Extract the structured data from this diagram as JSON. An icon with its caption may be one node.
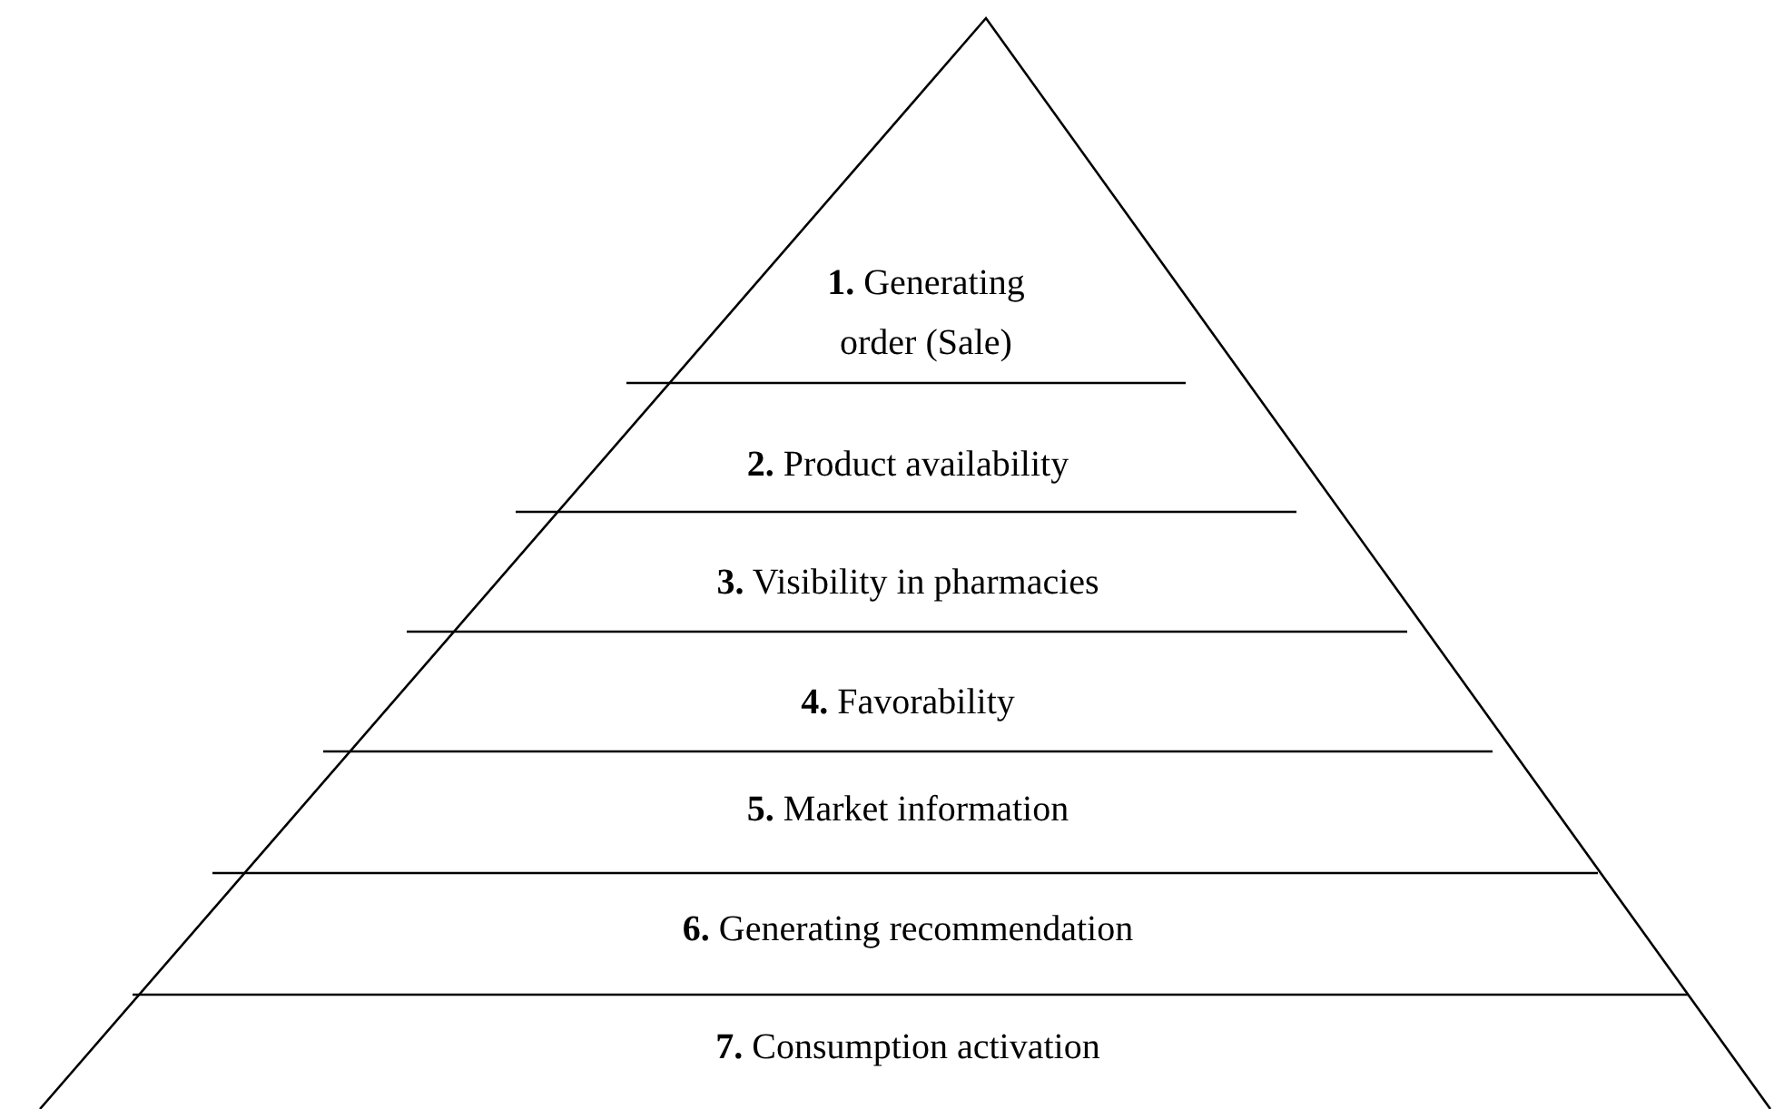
{
  "diagram": {
    "nodes": [
      {
        "text": [
          "**1.** Generating order (Sale)"
        ]
      },
      {
        "text": [
          "**2.** Product availability"
        ]
      },
      {
        "text": [
          "**3.** Visibility in pharmacies"
        ]
      },
      {
        "text": [
          "**4.** Favorability"
        ]
      },
      {
        "text": [
          "**5.** Market information"
        ]
      },
      {
        "text": [
          "**6.** Generating recommendation"
        ]
      },
      {
        "text": [
          "**7.** Consumption activation"
        ]
      }
    ]
  }
}
